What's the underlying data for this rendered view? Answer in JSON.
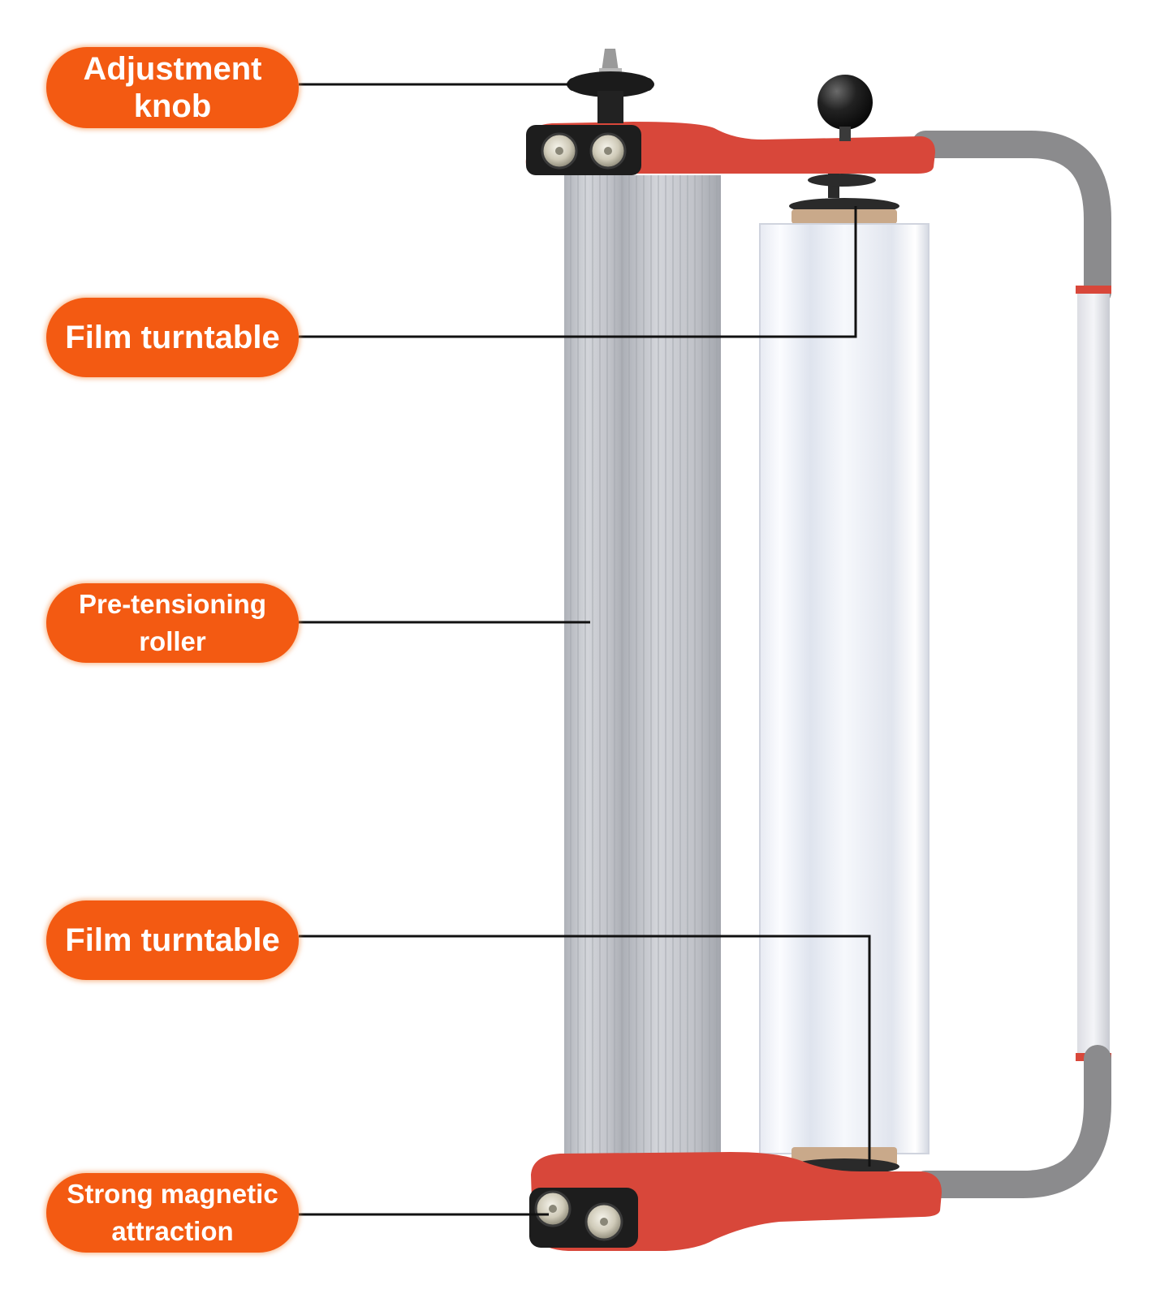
{
  "callouts": [
    {
      "lines": [
        "Adjustment",
        "knob"
      ]
    },
    {
      "lines": [
        "Film turntable"
      ]
    },
    {
      "lines": [
        "Pre-tensioning",
        "roller"
      ]
    },
    {
      "lines": [
        "Film turntable"
      ]
    },
    {
      "lines": [
        "Strong magnetic",
        "attraction"
      ]
    }
  ],
  "colors": {
    "callout": "#f35a12",
    "frame": "#d8473a",
    "handle": "#8b8b8d",
    "roller": "#c7c9cf",
    "knob": "#1b1b1b",
    "leader": "#111111"
  }
}
